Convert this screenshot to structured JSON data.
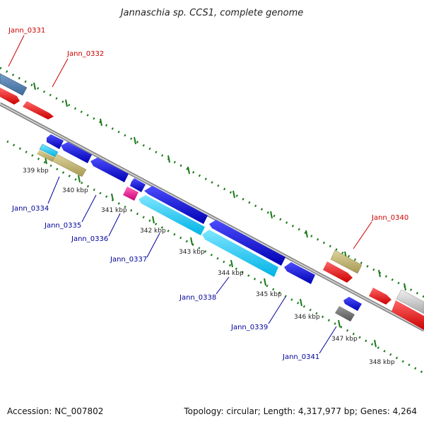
{
  "title": "Jannaschia sp. CCS1, complete genome",
  "footer": {
    "accession": "Accession: NC_007802",
    "topology": "Topology: circular; Length: 4,317,977 bp; Genes: 4,264"
  },
  "scale_ticks": [
    "339 kbp",
    "340 kbp",
    "341 kbp",
    "342 kbp",
    "343 kbp",
    "344 kbp",
    "345 kbp",
    "346 kbp",
    "347 kbp",
    "348 kbp"
  ],
  "gene_labels": {
    "forward": [
      "Jann_0331",
      "Jann_0332",
      "Jann_0340"
    ],
    "reverse": [
      "Jann_0334",
      "Jann_0335",
      "Jann_0336",
      "Jann_0337",
      "Jann_0338",
      "Jann_0339",
      "Jann_0341"
    ]
  },
  "colors": {
    "forward_label": "#cc0000",
    "reverse_label": "#000099",
    "backbone": "#888888",
    "dots": "#1a7a1a"
  }
}
